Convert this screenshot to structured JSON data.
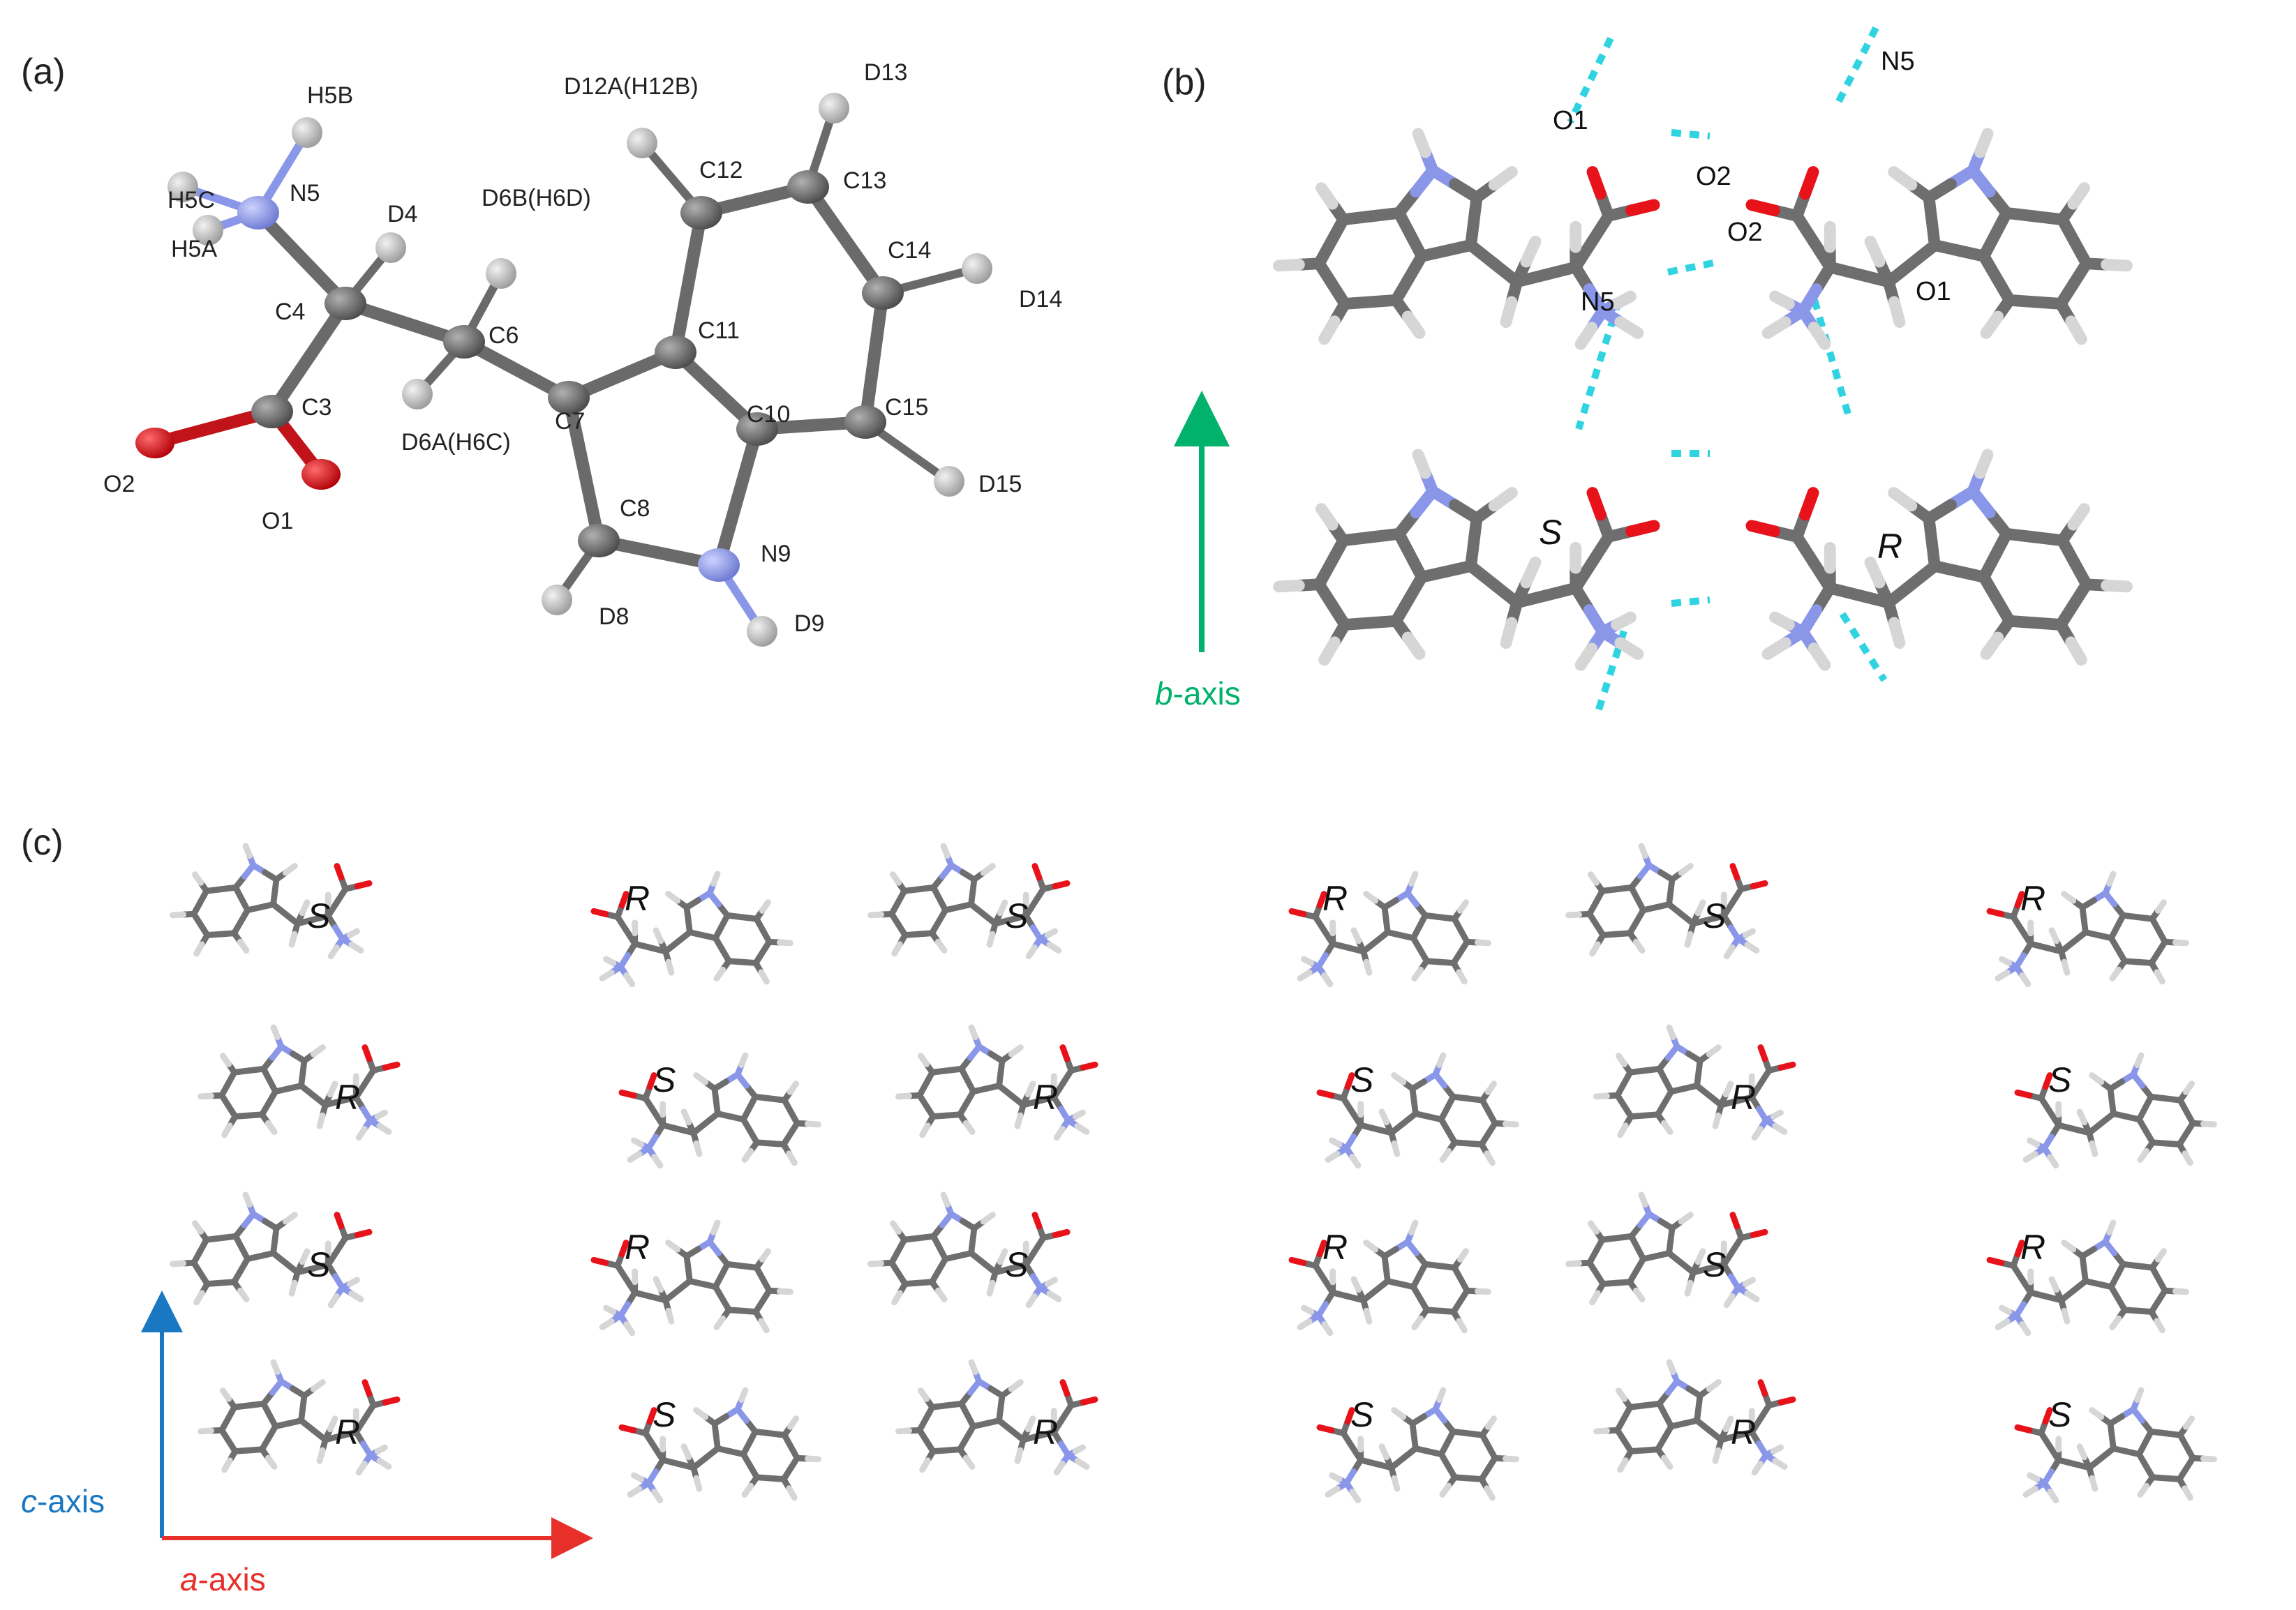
{
  "panels": {
    "a": {
      "label": "(a)",
      "atom_labels": [
        "H5B",
        "H5C",
        "N5",
        "H5A",
        "D4",
        "C4",
        "C3",
        "O2",
        "O1",
        "C6",
        "D6B(H6D)",
        "D6A(H6C)",
        "C7",
        "C8",
        "D8",
        "D12A(H12B)",
        "C12",
        "C11",
        "C10",
        "N9",
        "D9",
        "D13",
        "C13",
        "C14",
        "D14",
        "C15",
        "D15"
      ]
    },
    "b": {
      "label": "(b)",
      "atom_labels": [
        "O1",
        "O2",
        "N5",
        "N5",
        "O2",
        "O1"
      ],
      "chirality": [
        "S",
        "R"
      ],
      "axis": {
        "italic": "b",
        "suffix": "-axis",
        "color": "#00b26b"
      }
    },
    "c": {
      "label": "(c)",
      "grid": [
        [
          "S",
          "R",
          "S",
          "R",
          "S",
          "R"
        ],
        [
          "R",
          "S",
          "R",
          "S",
          "R",
          "S"
        ],
        [
          "S",
          "R",
          "S",
          "R",
          "S",
          "R"
        ],
        [
          "R",
          "S",
          "R",
          "S",
          "R",
          "S"
        ]
      ],
      "axes": [
        {
          "italic": "c",
          "suffix": "-axis",
          "color": "#1a78c2"
        },
        {
          "italic": "a",
          "suffix": "-axis",
          "color": "#e8302a"
        }
      ]
    }
  },
  "colors": {
    "carbon": "#6e6e6e",
    "hydrogen": "#d6d6d6",
    "nitrogen": "#8a96e8",
    "oxygen": "#e8121a",
    "hbond": "#2fd4e0"
  }
}
